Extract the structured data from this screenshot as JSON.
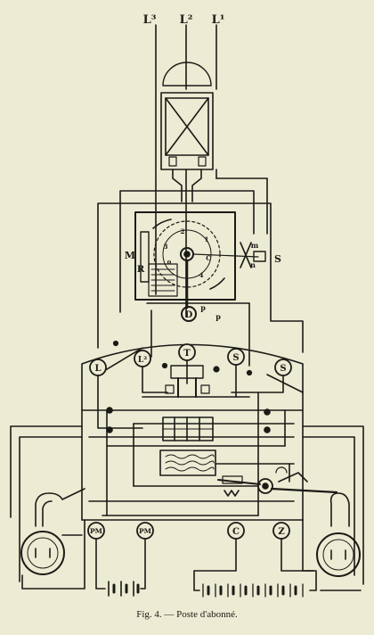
{
  "caption": "Fig. 4. — Poste d'abonné.",
  "line_labels": [
    "L³",
    "L²",
    "L¹"
  ],
  "terminals": {
    "L": "L",
    "L2": "L²",
    "T": "T",
    "S1": "S",
    "S2": "S",
    "PM1": "PM",
    "PM2": "PM",
    "C": "C",
    "Z": "Z"
  },
  "part_labels": {
    "M": "M",
    "R": "R",
    "S": "S",
    "m": "m",
    "n": "n",
    "D": "D",
    "p1": "p",
    "p2": "p",
    "dial": [
      "2",
      "3",
      "1",
      "o",
      "C",
      "4"
    ]
  },
  "colors": {
    "paper": "#ecebd3",
    "ink": "#1c1a17"
  }
}
